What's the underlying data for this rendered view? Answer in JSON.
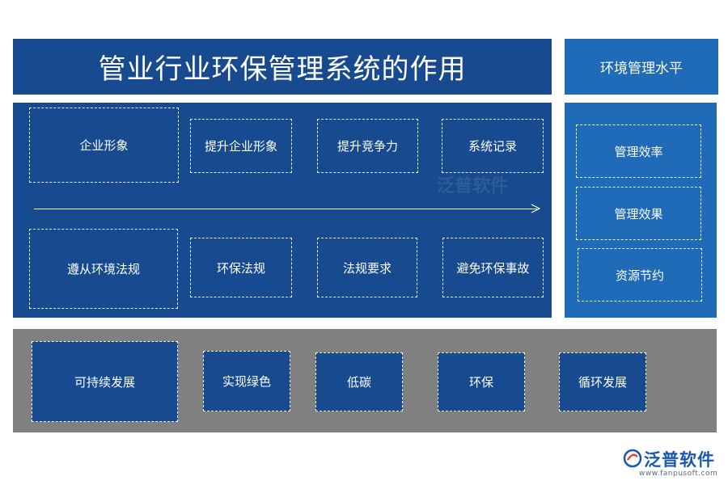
{
  "header": {
    "title": "管业行业环保管理系统的作用",
    "side_title": "环境管理水平"
  },
  "main": {
    "top_row": [
      "企业形象",
      "提升企业形象",
      "提升竞争力",
      "系统记录"
    ],
    "bottom_row": [
      "遵从环境法规",
      "环保法规",
      "法规要求",
      "避免环保事故"
    ]
  },
  "side": {
    "items": [
      "管理效率",
      "管理效果",
      "资源节约"
    ]
  },
  "bottom": {
    "items": [
      "可持续发展",
      "实现绿色",
      "低碳",
      "环保",
      "循环发展"
    ]
  },
  "logo": {
    "name": "泛普软件",
    "url": "www.fanpusoft.com"
  },
  "colors": {
    "dark_blue": "#174a8f",
    "mid_blue": "#1f6bb8",
    "gray": "#808080"
  }
}
